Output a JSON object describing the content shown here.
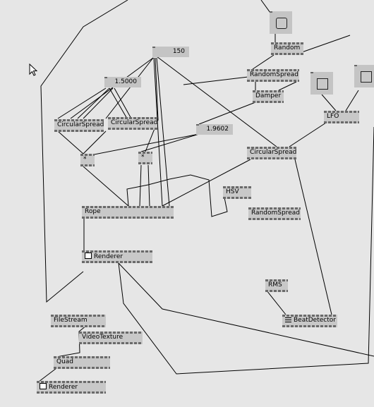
{
  "nodes": {
    "random": "Random",
    "randomspread1": "RandomSpread",
    "damper": "Damper",
    "lfo": "LFO",
    "circularspread1": "CircularSpread",
    "circularspread2": "CircularSpread",
    "circularspread3": "CircularSpread",
    "multiply1": "*",
    "multiply2": "*",
    "hsv": "HSV",
    "randomspread2": "RandomSpread",
    "rope": "Rope",
    "renderer1": "Renderer",
    "rms": "RMS",
    "beatdetector": "BeatDetector",
    "filestream": "FileStream",
    "videotexture": "VideoTexture",
    "quad": "Quad",
    "renderer2": "Renderer"
  },
  "values": {
    "iobox_150": "150",
    "iobox_15000": "1.5000",
    "iobox_19602": "1.9602"
  },
  "colors": {
    "canvas": "#e6e6e6",
    "node_body": "#c8c8c8",
    "pin": "#6a6a6a",
    "wire": "#000000"
  },
  "icons": {
    "cursor": "mouse-pointer-icon",
    "renderer_checkbox": "checkbox-icon",
    "beatdetector_icon": "bars-icon"
  }
}
